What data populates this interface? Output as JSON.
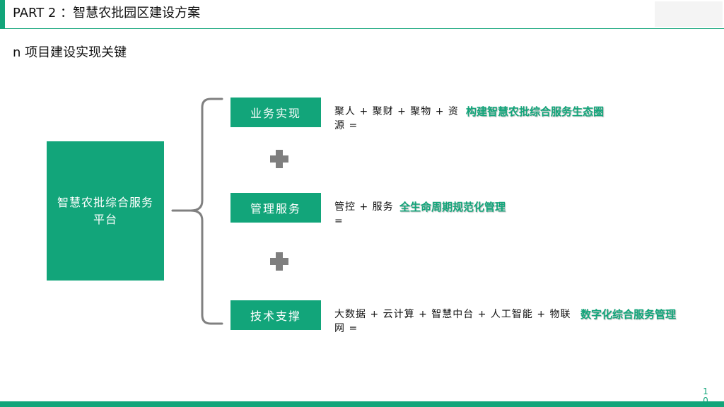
{
  "header": {
    "title": "PART 2 ：智慧农批园区建设方案"
  },
  "subtitle": "n 项目建设实现关键",
  "platform": {
    "label": "智慧农批综合服务平台"
  },
  "rows": [
    {
      "pill": "业务实现",
      "formula": "聚人 + 聚财 + 聚物 + 资源 =",
      "highlight": "构建智慧农批综合服务生态圈"
    },
    {
      "pill": "管理服务",
      "formula": "管控 + 服务 =",
      "highlight": "全生命周期规范化管理"
    },
    {
      "pill": "技术支撑",
      "formula": "大数据 + 云计算 + 智慧中台 + 人工智能 + 物联网 =",
      "highlight": "数字化综合服务管理"
    }
  ],
  "page_number": "1 0",
  "colors": {
    "accent": "#12A57A",
    "plus": "#7F7F7F",
    "bracket": "#808080"
  },
  "icons": [
    "plus-icon",
    "bracket-icon"
  ]
}
